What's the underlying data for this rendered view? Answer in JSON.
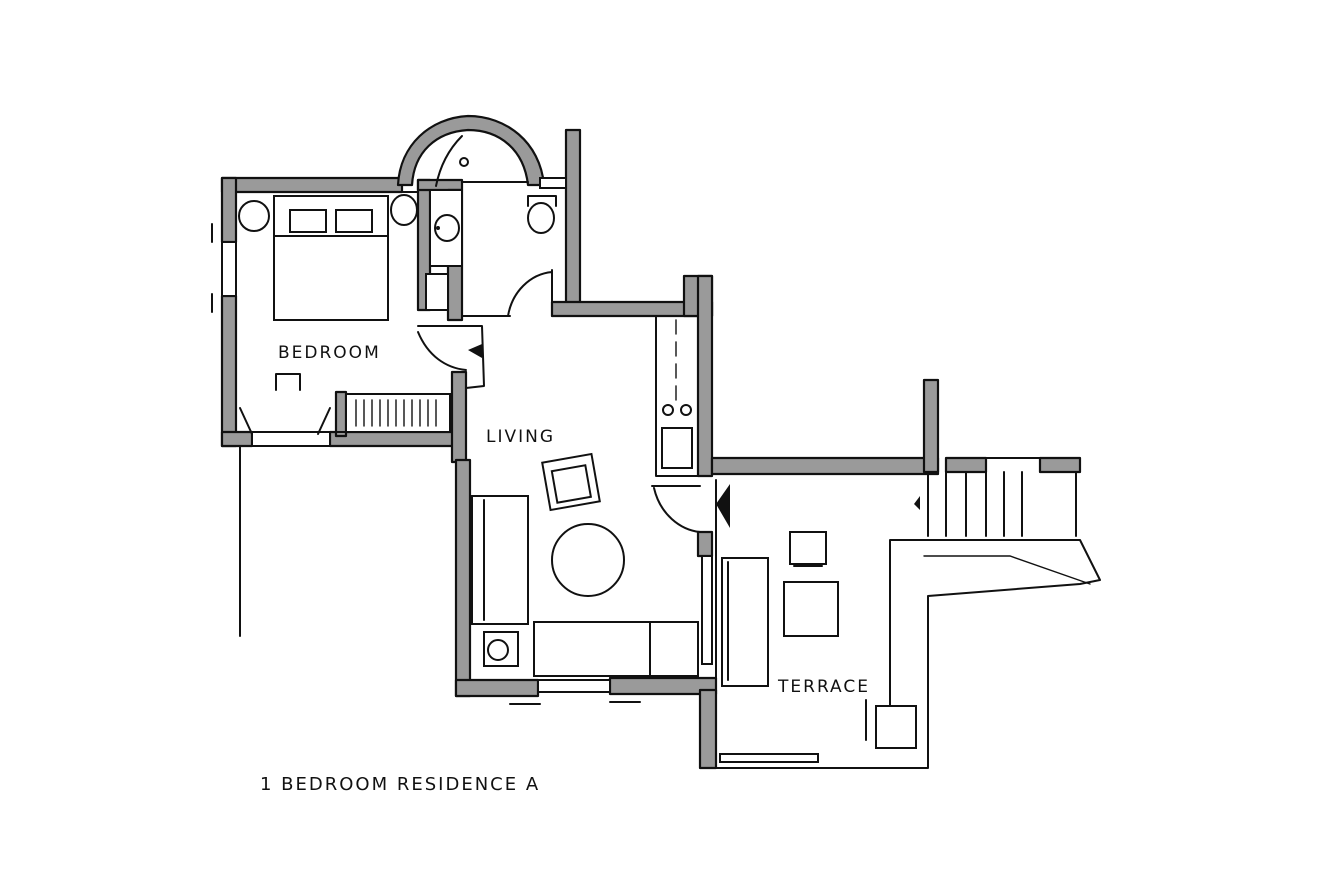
{
  "plan": {
    "title": "1 BEDROOM RESIDENCE A",
    "rooms": {
      "bedroom": "BEDROOM",
      "living": "LIVING",
      "terrace": "TERRACE"
    }
  },
  "colors": {
    "wall_fill": "#9a9a9a",
    "line": "#111111",
    "background": "#ffffff"
  }
}
